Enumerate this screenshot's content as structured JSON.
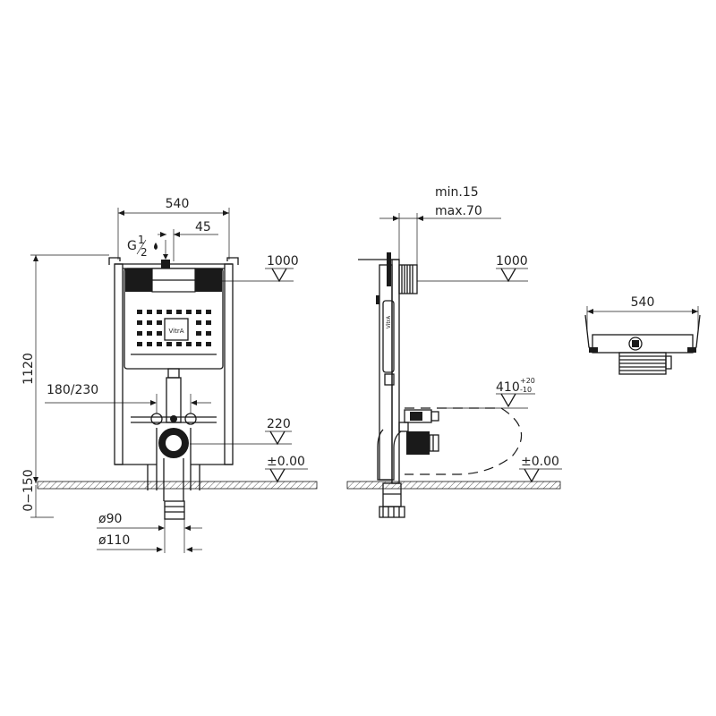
{
  "brand": "VitrA",
  "front_view": {
    "width": "540",
    "inlet_offset": "45",
    "inlet_thread_base": "G",
    "inlet_thread_num": "1",
    "inlet_thread_den": "2",
    "height": "1120",
    "actuator_height": "1000",
    "bolt_spacing": "180/230",
    "outlet_height": "220",
    "floor_level": "±0.00",
    "floor_range": "0−150",
    "pipe_inner": "ø90",
    "pipe_outer": "ø110"
  },
  "side_view": {
    "wall_min": "min.15",
    "wall_max": "max.70",
    "actuator_height": "1000",
    "pan_base": "410",
    "pan_tol_plus": "+20",
    "pan_tol_minus": "-10",
    "floor_level": "±0.00"
  },
  "top_view": {
    "width": "540"
  }
}
